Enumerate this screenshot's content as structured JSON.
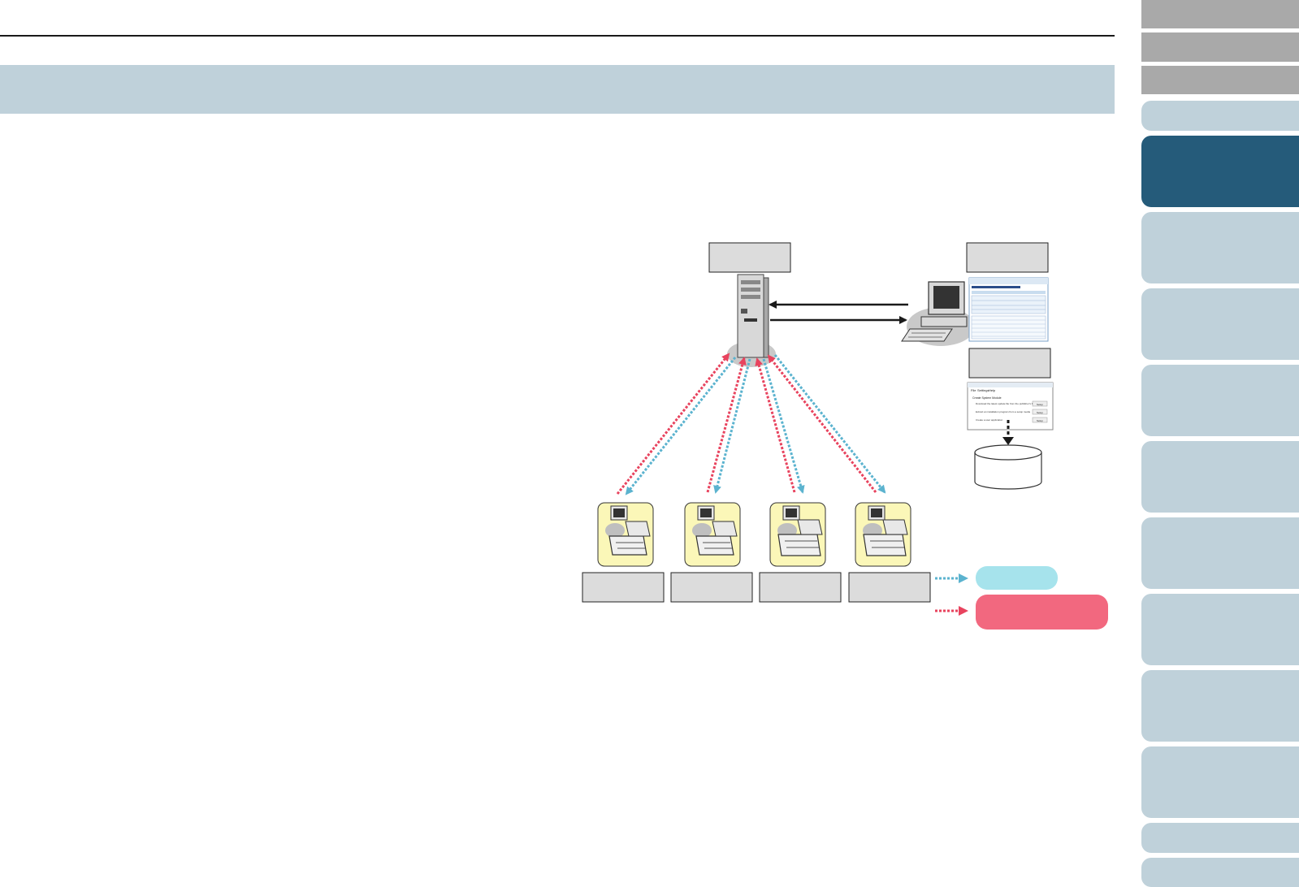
{
  "header": {
    "title": ""
  },
  "sidebar": {
    "tabs": [
      {
        "label": "",
        "style": "gray"
      },
      {
        "label": "",
        "style": "gray"
      },
      {
        "label": "",
        "style": "gray"
      },
      {
        "label": "",
        "style": "light"
      },
      {
        "label": "",
        "style": "active"
      },
      {
        "label": "",
        "style": "light"
      },
      {
        "label": "",
        "style": "light"
      },
      {
        "label": "",
        "style": "light"
      },
      {
        "label": "",
        "style": "light"
      },
      {
        "label": "",
        "style": "light"
      },
      {
        "label": "",
        "style": "light"
      },
      {
        "label": "",
        "style": "light"
      },
      {
        "label": "",
        "style": "light"
      },
      {
        "label": "",
        "style": "light"
      },
      {
        "label": "",
        "style": "light"
      }
    ]
  },
  "diagram": {
    "server_label": "",
    "admin_pc_label": "",
    "tool_label": "",
    "storage_label": "",
    "scanner_labels": [
      "",
      "",
      "",
      ""
    ],
    "legend_blue_label": "",
    "legend_red_label": "",
    "tool_window": {
      "menu": [
        "File",
        "Settings",
        "Help"
      ],
      "heading": "Create System Module",
      "rows": [
        {
          "text": "Download the latest update file from the publisher's file site",
          "button": "Setup"
        },
        {
          "text": "Extract an installation program from a setup media",
          "button": "Setup"
        },
        {
          "text": "Create a user application",
          "button": "Setup"
        }
      ]
    },
    "colors": {
      "blue_arrow": "#5bb3cf",
      "red_arrow": "#e8435e",
      "legend_blue": "#a6e3ec",
      "legend_red": "#f2687f",
      "scanner_bg": "#fbf7b8",
      "label_box": "#dcdcdc"
    }
  }
}
